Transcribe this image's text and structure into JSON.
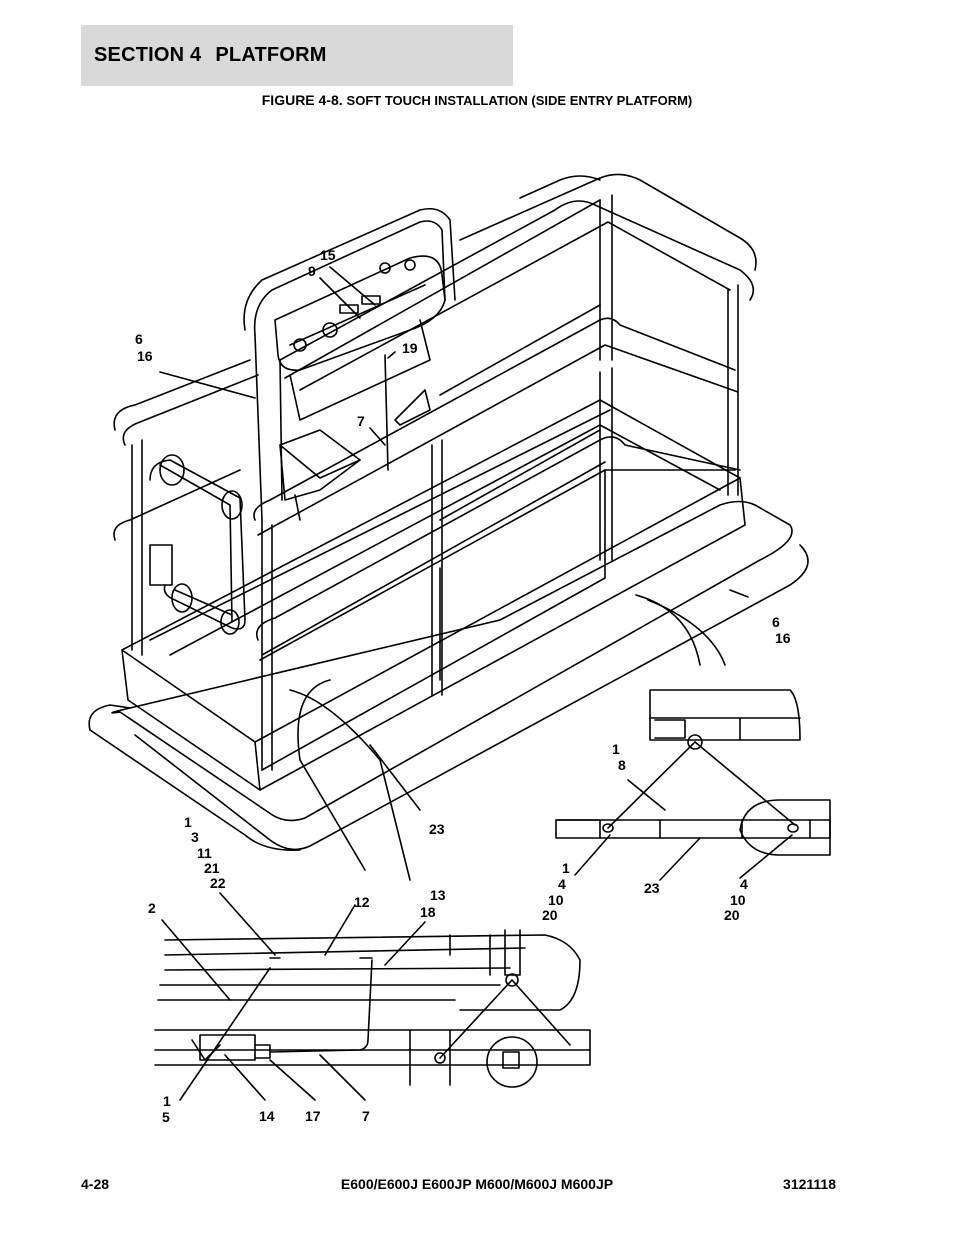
{
  "header": {
    "section": "SECTION 4",
    "title": "PLATFORM"
  },
  "figure": {
    "label": "FIGURE 4-8.",
    "caption": "SOFT TOUCH INSTALLATION (SIDE ENTRY PLATFORM)"
  },
  "callouts": {
    "c15": "15",
    "c9": "9",
    "c6a": "6",
    "c16a": "16",
    "c19": "19",
    "c7a": "7",
    "c6b": "6",
    "c16b": "16",
    "c1a": "1",
    "c8": "8",
    "c1b": "1",
    "c3": "3",
    "c11": "11",
    "c21": "21",
    "c22": "22",
    "c23a": "23",
    "c1c": "1",
    "c4a": "4",
    "c10a": "10",
    "c20a": "20",
    "c23b": "23",
    "c4b": "4",
    "c10b": "10",
    "c20b": "20",
    "c2": "2",
    "c12": "12",
    "c13": "13",
    "c18": "18",
    "c1d": "1",
    "c5": "5",
    "c14": "14",
    "c17": "17",
    "c7b": "7"
  },
  "footer": {
    "page": "4-28",
    "models": "E600/E600J E600JP M600/M600J M600JP",
    "doc_number": "3121118"
  }
}
